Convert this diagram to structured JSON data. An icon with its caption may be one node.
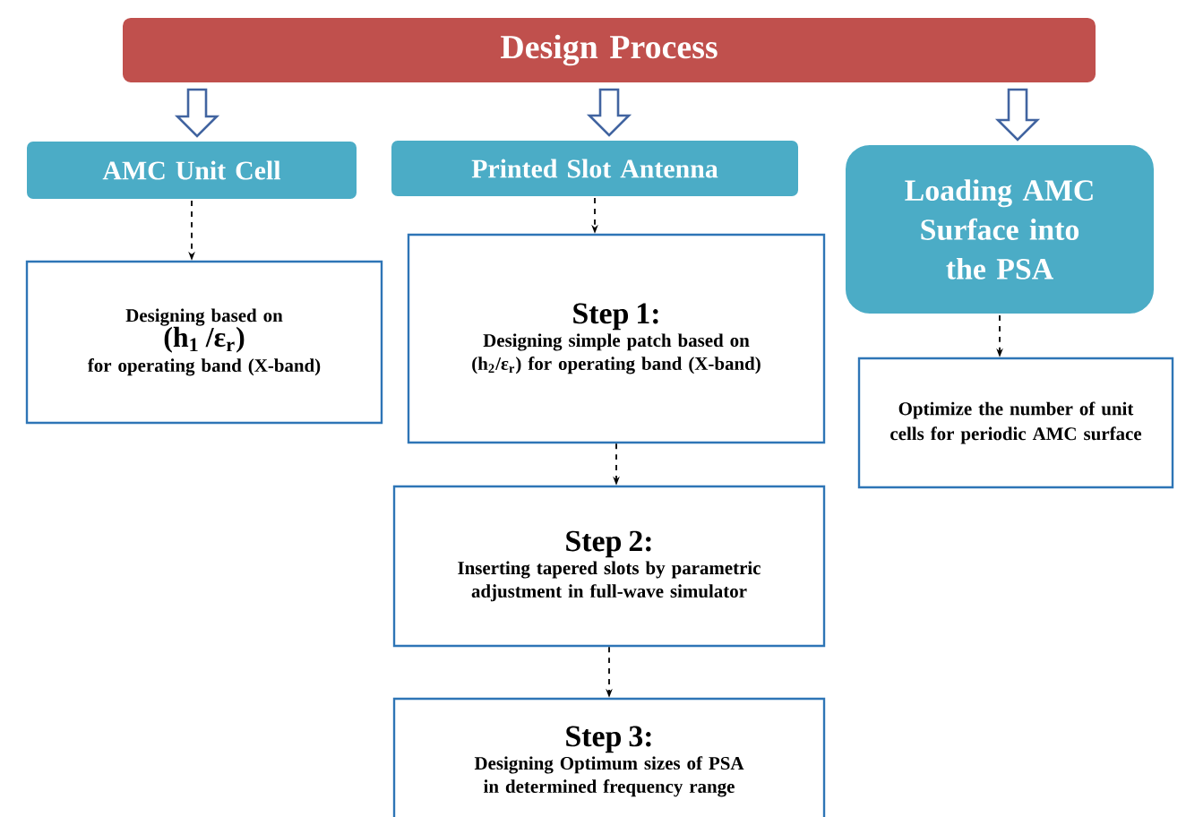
{
  "diagram": {
    "nodes": [
      {
        "text": [
          "Design Process"
        ]
      },
      {
        "text": [
          "AMC Unit Cell"
        ]
      },
      {
        "text": [
          "Printed Slot Antenna"
        ]
      },
      {
        "text": [
          "Loading AMC Surface into the PSA"
        ]
      },
      {
        "text": [
          "Designing based on",
          "(h$_{1}$ /ε$_{r}$)",
          "for operating band (X-band)"
        ]
      },
      {
        "text": [
          "Step 1:",
          "Designing simple patch based on (h$_{2}$/ε$_{r}$) for operating band (X-band)"
        ]
      },
      {
        "text": [
          "Step 2:",
          "Inserting tapered slots by parametric adjustment in full-wave simulator"
        ]
      },
      {
        "text": [
          "Step 3:",
          "Designing Optimum sizes of PSA in determined frequency range"
        ]
      },
      {
        "text": [
          "Optimize the number of unit cells for periodic AMC surface"
        ]
      }
    ],
    "edges": [
      {
        "from": 0,
        "to": 1,
        "arrow": "to"
      },
      {
        "from": 0,
        "to": 2,
        "arrow": "to"
      },
      {
        "from": 0,
        "to": 3,
        "arrow": "to"
      },
      {
        "from": 1,
        "to": 4,
        "arrow": "to",
        "style": "dashed"
      },
      {
        "from": 2,
        "to": 5,
        "arrow": "to",
        "style": "dashed"
      },
      {
        "from": 5,
        "to": 6,
        "arrow": "to",
        "style": "dashed"
      },
      {
        "from": 6,
        "to": 7,
        "arrow": "to",
        "style": "dashed"
      },
      {
        "from": 3,
        "to": 8,
        "arrow": "to",
        "style": "dashed"
      }
    ]
  }
}
